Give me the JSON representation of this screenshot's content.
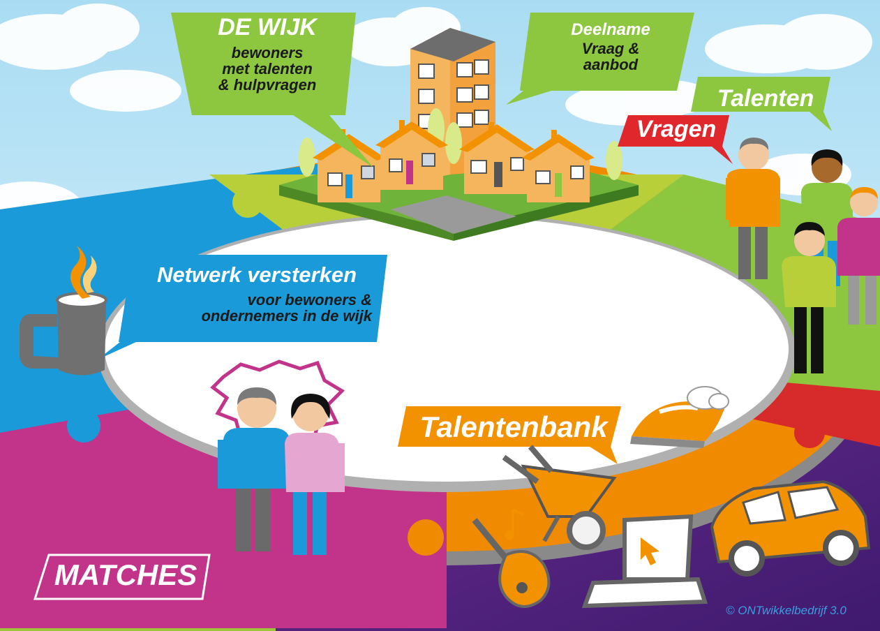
{
  "diagram": {
    "top_left_callout": {
      "title": "DE WIJK",
      "lines": [
        "bewoners",
        "met talenten",
        "& hulpvragen"
      ]
    },
    "top_right_callout": {
      "title": "Deelname",
      "lines": [
        "Vraag &",
        "aanbod"
      ]
    },
    "talenten_label": "Talenten",
    "vragen_label": "Vragen",
    "netwerk_callout": {
      "title": "Netwerk versterken",
      "lines": [
        "voor bewoners &",
        "ondernemers in de wijk"
      ]
    },
    "talentenbank_label": "Talentenbank",
    "matches_label": "MATCHES",
    "copyright": "© ONTwikkelbedrijf 3.0"
  },
  "colors": {
    "sky": "#bfe6f6",
    "ring_blue": "#1a9ad8",
    "ring_magenta": "#c2338a",
    "ring_orange": "#f08a00",
    "ring_red": "#d72a2a",
    "ring_green": "#8dc63f",
    "ring_lime": "#b8cf3a",
    "callout_green": "#8dc63f",
    "callout_blue": "#1a9ad8",
    "callout_red": "#e0282c",
    "callout_orange": "#f39200",
    "callout_magenta": "#c2338a",
    "copyright_text": "#3a9de0"
  },
  "icons": [
    "coffee-mug-icon",
    "iron-icon",
    "wheelbarrow-icon",
    "guitar-icon",
    "music-note-icon",
    "laptop-icon",
    "car-icon",
    "apartment-building-icon",
    "house-icon",
    "tree-icon",
    "person-icon"
  ]
}
